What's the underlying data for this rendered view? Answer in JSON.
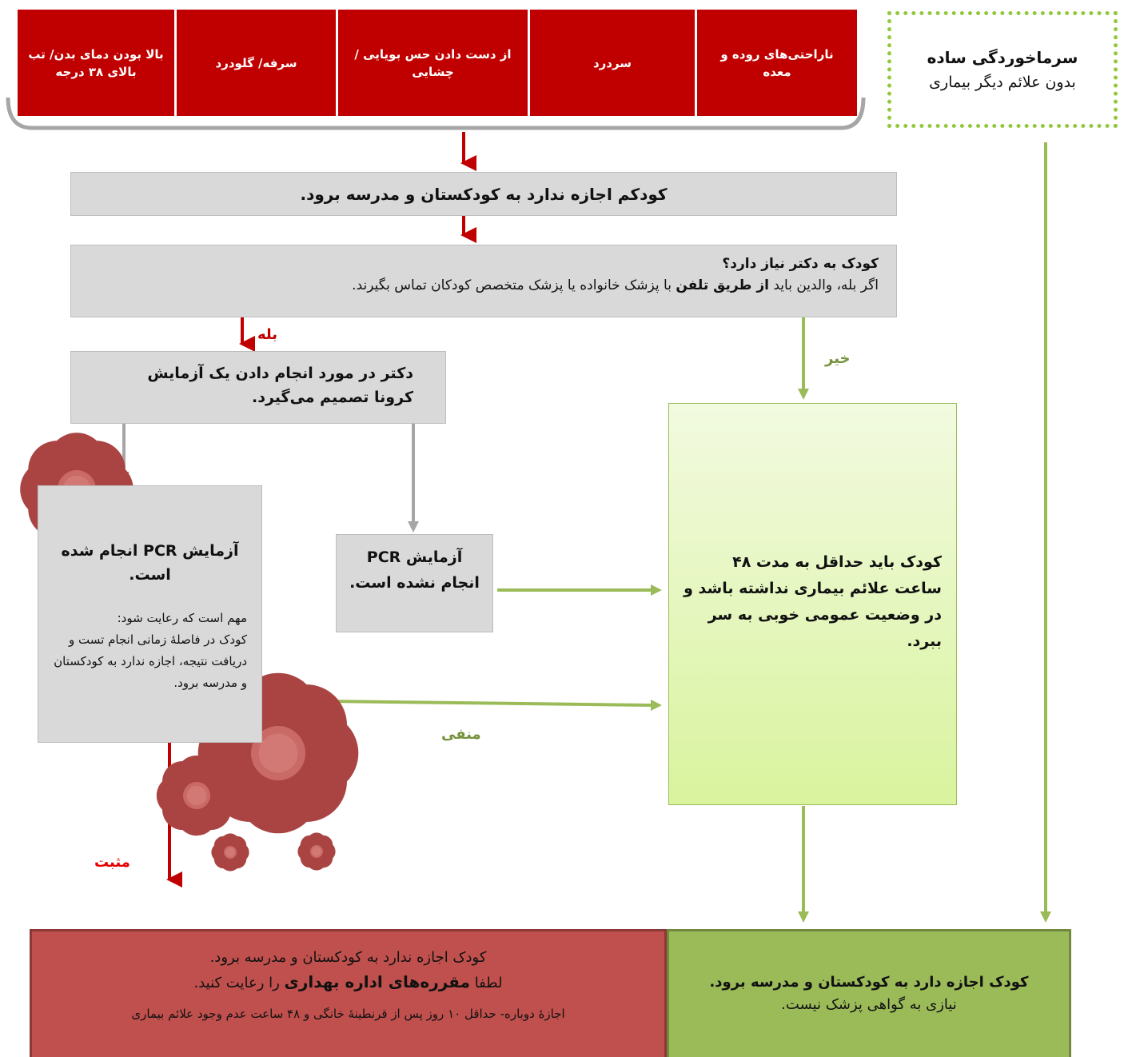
{
  "symptoms": [
    "بالا بودن دمای بدن/ تب بالای ۳۸ درجه",
    "سرفه/ گلودرد",
    "از دست دادن حس بویایی / چشایی",
    "سردرد",
    "ناراحتی‌های روده و معده"
  ],
  "cold": {
    "title": "سرماخوردگی ساده",
    "subtitle": "بدون علائم دیگر بیماری"
  },
  "no_daycare": "کودکم اجازه ندارد به کودکستان و مدرسه برود.",
  "doctor_need": {
    "question": "کودک به دکتر نیاز دارد؟",
    "line_pre": "اگر بله، والدین باید ",
    "line_bold": "از طریق تلفن",
    "line_post": " با پزشک خانواده یا پزشک متخصص کودکان تماس بگیرند."
  },
  "labels": {
    "yes": "بله",
    "no": "خیر",
    "negative": "منفی",
    "positive": "مثبت"
  },
  "doctor_decides": "دکتر در مورد انجام دادن یک آزمایش کرونا تصمیم می‌گیرد.",
  "pcr_done": {
    "title": "آزمایش PCR انجام شده است.",
    "note_title": "مهم است که رعایت شود:",
    "note_body": "کودک در فاصلهٔ زمانی انجام تست و دریافت نتیجه، اجازه ندارد به کودکستان و مدرسه برود."
  },
  "pcr_not_done": "آزمایش PCR انجام نشده است.",
  "symptom_free": "کودک باید حداقل به مدت ۴۸ ساعت علائم بیماری نداشته باشد و در وضعیت عمومی خوبی به سر ببرد.",
  "result_red": {
    "line1": "کودک اجازه ندارد به کودکستان و مدرسه برود.",
    "line2_pre": "لطفا ",
    "line2_bold": "مقرره‌های اداره بهداری",
    "line2_post": " را رعایت کنید.",
    "line3": "اجازهٔ دوباره- حداقل ۱۰ روز پس از قرنطینهٔ خانگی و ۴۸ ساعت عدم وجود علائم بیماری"
  },
  "result_green": {
    "line1": "کودک اجازه دارد به کودکستان و مدرسه برود.",
    "line2": "نیازی به گواهی پزشک نیست."
  },
  "colors": {
    "red": "#c00000",
    "grey_box": "#d9d9d9",
    "green_arrow": "#9bbb59",
    "result_red": "#c0504d",
    "result_green": "#9bbb59"
  },
  "icons": [
    "virus-icon"
  ]
}
